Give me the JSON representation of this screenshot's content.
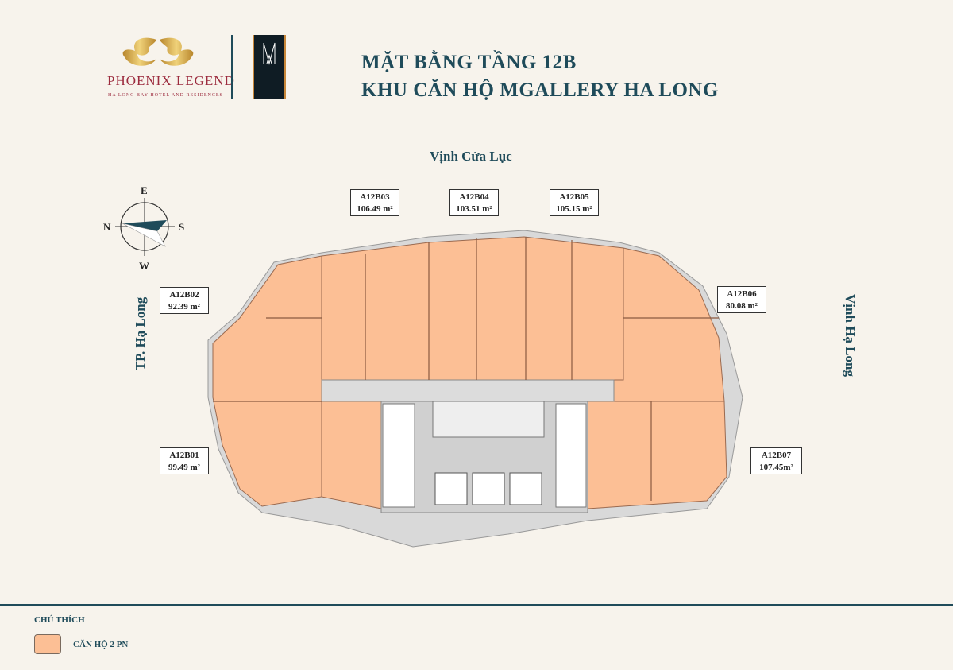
{
  "brand": {
    "name": "PHOENIX LEGEND",
    "tagline": "HA LONG BAY HOTEL AND RESIDENCES",
    "partner_logo": "MGALLERY HOTEL COLLECTION"
  },
  "header": {
    "title_line1": "MẶT BẰNG TẦNG  12B",
    "title_line2": "KHU CĂN HỘ MGALLERY HA LONG"
  },
  "directions": {
    "top": "Vịnh Cửa Lục",
    "left": "TP. Hạ Long",
    "right": "Vịnh Hạ Long"
  },
  "compass": {
    "north": "N",
    "south": "S",
    "east": "E",
    "west": "W"
  },
  "units": [
    {
      "code": "A12B01",
      "area": "99.49 m²"
    },
    {
      "code": "A12B02",
      "area": "92.39 m²"
    },
    {
      "code": "A12B03",
      "area": "106.49 m²"
    },
    {
      "code": "A12B04",
      "area": "103.51 m²"
    },
    {
      "code": "A12B05",
      "area": "105.15 m²"
    },
    {
      "code": "A12B06",
      "area": "80.08 m²"
    },
    {
      "code": "A12B07",
      "area": "107.45m²"
    }
  ],
  "legend": {
    "title": "CHÚ THÍCH",
    "items": [
      {
        "label": "CĂN HỘ 2 PN",
        "color": "#fcbf95"
      }
    ]
  },
  "colors": {
    "unit_fill": "#fcbf95",
    "primary": "#1f4b5a",
    "brand": "#9c2b3e"
  }
}
